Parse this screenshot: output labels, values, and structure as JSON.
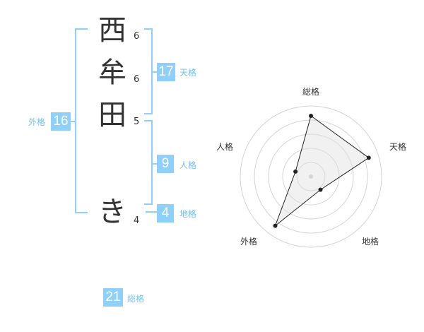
{
  "name_chars": [
    {
      "char": "西",
      "strokes": "6"
    },
    {
      "char": "牟",
      "strokes": "6"
    },
    {
      "char": "田",
      "strokes": "5"
    },
    {
      "char": "き",
      "strokes": "4"
    }
  ],
  "fortunes": {
    "tenkaku": {
      "value": "17",
      "label": "天格"
    },
    "jinkaku": {
      "value": "9",
      "label": "人格"
    },
    "chikaku": {
      "value": "4",
      "label": "地格"
    },
    "gaikaku": {
      "value": "16",
      "label": "外格"
    },
    "soukaku": {
      "value": "21",
      "label": "総格"
    }
  },
  "colors": {
    "accent": "#8fd0fb",
    "label": "#72c1ee",
    "text": "#333333"
  },
  "chart_data": {
    "type": "radar",
    "axes": [
      "総格",
      "天格",
      "地格",
      "外格",
      "人格"
    ],
    "values": [
      0.86,
      0.86,
      0.23,
      0.86,
      0.23
    ],
    "range": [
      0,
      1
    ],
    "rings": 5,
    "grid": true
  }
}
